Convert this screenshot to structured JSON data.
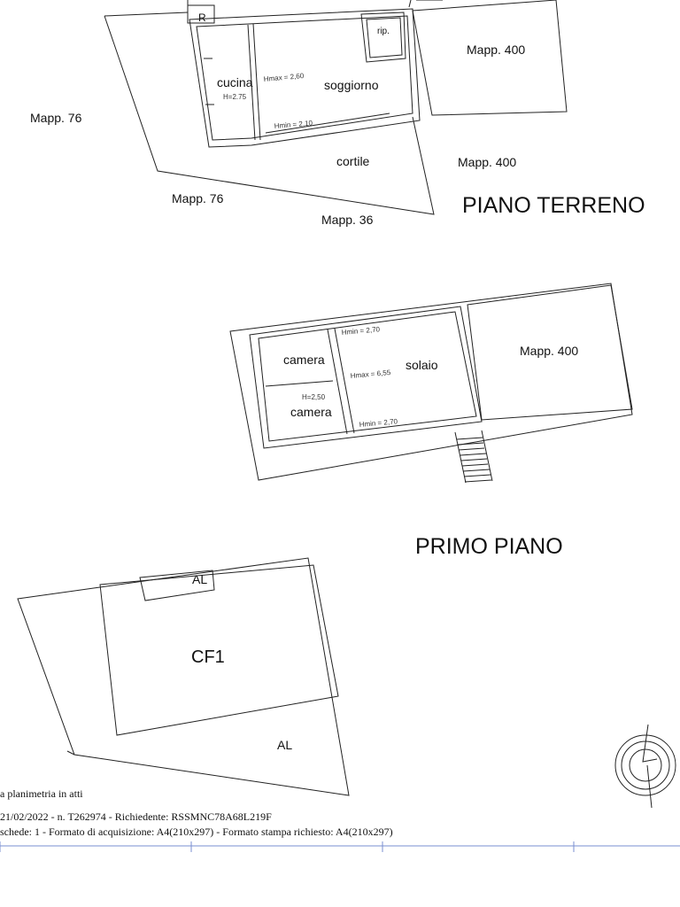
{
  "piano_terreno": {
    "title": "PIANO TERRENO",
    "r_label": "R",
    "rooms": {
      "cucina": "cucina",
      "soggiorno": "soggiorno",
      "rip": "rip.",
      "cortile": "cortile"
    },
    "heights": {
      "h_cucina": "H=2.75",
      "hmax": "Hmax = 2,60",
      "hmin": "Hmin = 2,10"
    },
    "neighbors": {
      "mapp400_top": "Mapp. 400",
      "mapp76_left": "Mapp. 76",
      "mapp400_mid": "Mapp. 400",
      "mapp76_bottom": "Mapp. 76",
      "mapp36": "Mapp. 36"
    }
  },
  "primo_piano": {
    "title": "PRIMO PIANO",
    "rooms": {
      "camera_top": "camera",
      "camera_bottom": "camera",
      "solaio": "solaio"
    },
    "heights": {
      "hmin_top": "Hmin = 2,70",
      "hmax": "Hmax = 6,55",
      "h_camera": "H=2,50",
      "hmin_bottom": "Hmin = 2,70"
    },
    "neighbors": {
      "mapp400": "Mapp. 400"
    }
  },
  "lot": {
    "cf1": "CF1",
    "al_top": "AL",
    "al_bottom": "AL"
  },
  "footer": {
    "line1": "a planimetria in atti",
    "line2": "21/02/2022 - n. T262974 - Richiedente: RSSMNC78A68L219F",
    "line3": "schede: 1 - Formato di acquisizione: A4(210x297)  - Formato stampa richiesto: A4(210x297)"
  },
  "icons": {
    "compass": "north-arrow-icon"
  }
}
